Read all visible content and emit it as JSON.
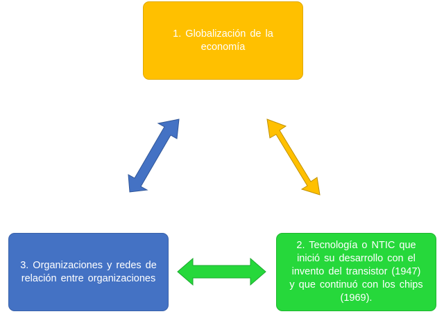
{
  "boxes": {
    "globalizacion": "1. Globalización  de  la\neconomía",
    "tecnologia": "2. Tecnología  o  NTIC  que\ninició  su  desarrollo  con  el\ninvento  del transistor  (1947)\ny  que  continuó  con  los  chips\n(1969).",
    "organizaciones": "3. Organizaciones  y  redes  de\nrelación  entre  organizaciones"
  },
  "colors": {
    "globalizacion": "#ffc000",
    "tecnologia": "#26d83b",
    "organizaciones": "#4472c4"
  }
}
